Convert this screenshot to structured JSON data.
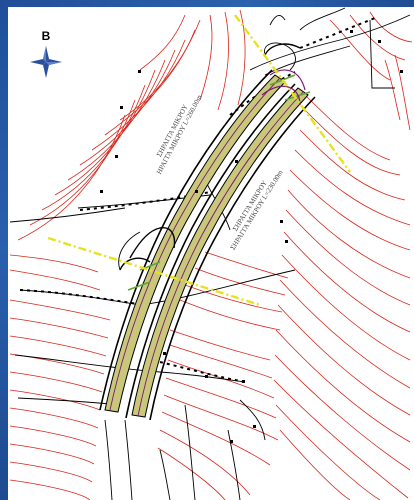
{
  "map": {
    "compass": {
      "north_letter": "B",
      "icon": "compass-star-icon"
    },
    "tunnel_left_label": {
      "line1": "ΣΗΡΑΓΓΑ ΜΙΚΡΟΥ",
      "line2": "ΗΡΑΓΓΑ ΜΙΚΡΟΥ L=260.00m"
    },
    "tunnel_right_label": {
      "line1": "ΣΗΡΑΓΓΑ ΜΙΚΡΟΥ",
      "line2": "ΣΗΡΑΓΓΑ ΜΙΚΡΟΥ L=230.00m"
    },
    "colors": {
      "frame_border": "#2458a3",
      "contours": "#d9261c",
      "roads": "#000000",
      "section_lines": "#e6e21e",
      "tunnel_fill": "#9fa64a",
      "alignment": "#7a1a72"
    }
  }
}
